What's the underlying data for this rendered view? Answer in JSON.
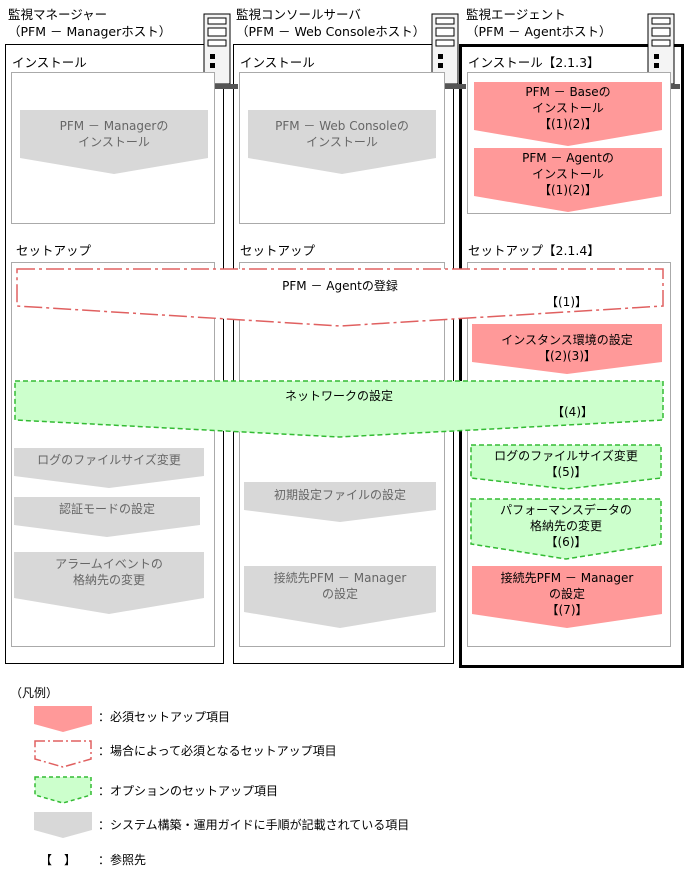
{
  "columns": [
    {
      "title": "監視マネージャー",
      "subtitle": "（PFM － Managerホスト）",
      "install_label": "インストール",
      "setup_label": "セットアップ"
    },
    {
      "title": "監視コンソールサーバ",
      "subtitle": "（PFM － Web Consoleホスト）",
      "install_label": "インストール",
      "setup_label": "セットアップ"
    },
    {
      "title": "監視エージェント",
      "subtitle": "（PFM － Agentホスト）",
      "install_label": "インストール【2.1.3】",
      "setup_label": "セットアップ【2.1.4】"
    }
  ],
  "manager": {
    "install": [
      "PFM － Managerの",
      "インストール"
    ],
    "log_size": "ログのファイルサイズ変更",
    "auth_mode": "認証モードの設定",
    "alarm": [
      "アラームイベントの",
      "格納先の変更"
    ]
  },
  "console": {
    "install": [
      "PFM － Web Consoleの",
      "インストール"
    ],
    "init_file": "初期設定ファイルの設定",
    "connect": [
      "接続先PFM － Manager",
      "の設定"
    ]
  },
  "agent": {
    "base_install": [
      "PFM － Baseの",
      "インストール",
      "【(1)(2)】"
    ],
    "agent_install": [
      "PFM － Agentの",
      "インストール",
      "【(1)(2)】"
    ],
    "instance": [
      "インスタンス環境の設定",
      "【(2)(3)】"
    ],
    "log_size": [
      "ログのファイルサイズ変更",
      "【(5)】"
    ],
    "perf_data": [
      "パフォーマンスデータの",
      "格納先の変更",
      "【(6)】"
    ],
    "connect": [
      "接続先PFM － Manager",
      "の設定",
      "【(7)】"
    ]
  },
  "wide": {
    "register": "PFM － Agentの登録",
    "register_ref": "【(1)】",
    "network": "ネットワークの設定",
    "network_ref": "【(4)】"
  },
  "legend": {
    "title": "（凡例）",
    "items": [
      "：必須セットアップ項目",
      "：場合によって必須となるセットアップ項目",
      "：オプションのセットアップ項目",
      "：システム構築・運用ガイドに手順が記載されている項目"
    ],
    "ref_symbol": "【　】",
    "ref_text": "：参照先"
  },
  "colors": {
    "required_fill": "#ff9999",
    "required_border": "#e06060",
    "optional_fill": "#ccffcc",
    "optional_border": "#33bb33",
    "gray_fill": "#d8d8d8",
    "gray_text": "#666666"
  }
}
